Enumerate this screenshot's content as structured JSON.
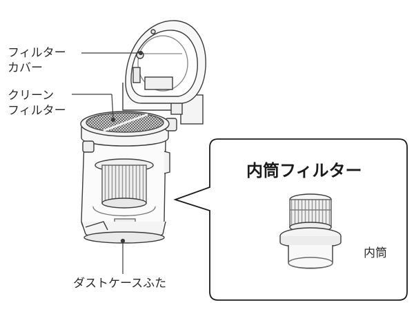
{
  "labels": {
    "filter_cover": [
      "フィルター",
      "カバー"
    ],
    "clean_filter": [
      "クリーン",
      "フィルター"
    ],
    "dust_case_lid": "ダストケースふた",
    "inner_tube": "内筒"
  },
  "callout": {
    "title": "内筒フィルター"
  },
  "colors": {
    "line": "#3a3a3a",
    "callout_border": "#1a1a1a",
    "filter_mesh": "#555555",
    "text": "#2a2a2a"
  }
}
